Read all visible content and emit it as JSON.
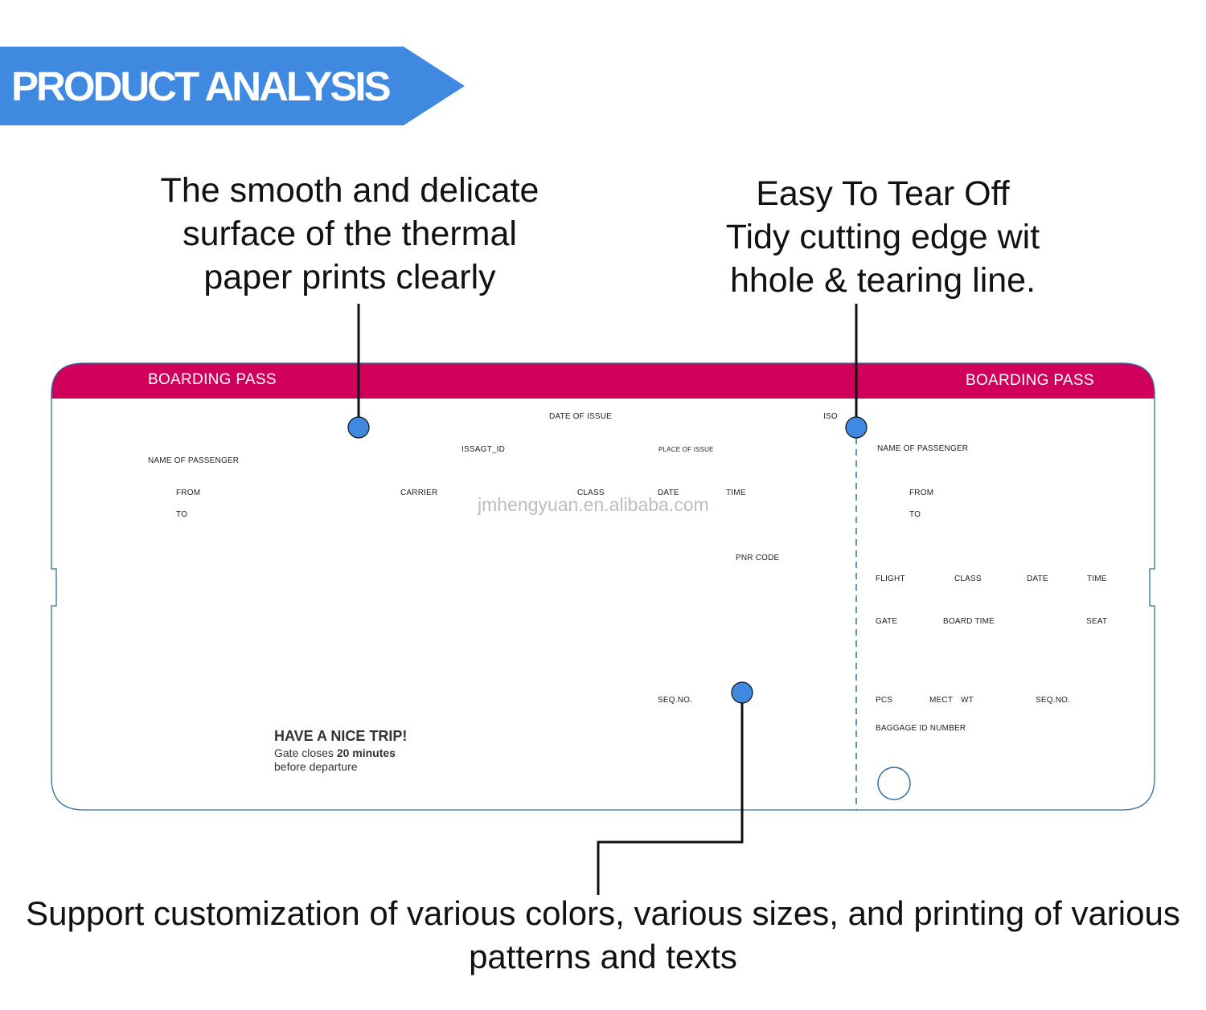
{
  "banner": {
    "title": "PRODUCT ANALYSIS",
    "color": "#3f8ae0"
  },
  "captions": {
    "left": [
      "The smooth and delicate",
      "surface of the thermal",
      "paper prints clearly"
    ],
    "right": [
      "Easy To Tear Off",
      "Tidy cutting edge wit",
      "hhole & tearing line."
    ],
    "bottom": "Support customization of various colors, various sizes, and printing of various patterns and texts"
  },
  "ticket": {
    "header_color": "#d1005a",
    "border_color": "#2f6f9f",
    "dot_color": "#3f8ae0",
    "header_left": "BOARDING PASS",
    "header_right": "BOARDING PASS",
    "main": {
      "date_of_issue": "DATE OF ISSUE",
      "iso": "ISO",
      "issagt_id": "ISSAGT_ID",
      "place_of_issue": "PLACE OF ISSUE",
      "name_of_passenger": "NAME OF PASSENGER",
      "from": "FROM",
      "carrier": "CARRIER",
      "class": "CLASS",
      "date": "DATE",
      "time": "TIME",
      "to": "TO",
      "pnr_code": "PNR CODE",
      "seq_no": "SEQ.NO."
    },
    "stub": {
      "name_of_passenger": "NAME OF PASSENGER",
      "from": "FROM",
      "to": "TO",
      "flight": "FLIGHT",
      "class": "CLASS",
      "date": "DATE",
      "time": "TIME",
      "gate": "GATE",
      "board_time": "BOARD TIME",
      "seat": "SEAT",
      "pcs": "PCS",
      "mect": "MECT",
      "wt": "WT",
      "seq_no": "SEQ.NO.",
      "baggage_id": "BAGGAGE ID NUMBER"
    },
    "footer": {
      "title": "HAVE A NICE TRIP!",
      "line1_prefix": "Gate closes ",
      "line1_bold": "20 minutes",
      "line2": "before departure"
    },
    "watermark": "jmhengyuan.en.alibaba.com"
  }
}
